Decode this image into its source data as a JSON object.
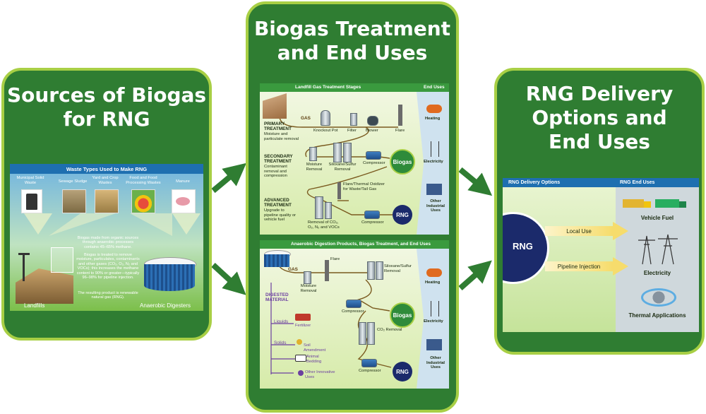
{
  "panels": {
    "left_title": "Sources of Biogas\nfor RNG",
    "center_title": "Biogas Treatment\nand End Uses",
    "right_title": "RNG Delivery\nOptions and\nEnd Uses"
  },
  "sources": {
    "header": "Waste Types Used to Make RNG",
    "waste_types": [
      "Municipal Solid Waste",
      "Sewage Sludge",
      "Yard and Crop Wastes",
      "Food and Food Processing Wastes",
      "Manure"
    ],
    "description": [
      "Biogas made from organic sources through anaerobic processes contains 45–65% methane.",
      "Biogas is treated to remove moisture, particulates, contaminants and other gases (CO₂, O₂, N₂ and VOCs); this increases the methane content to 90% or greater—typically 96–98% for pipeline injection.",
      "The resulting product is renewable natural gas (RNG)."
    ],
    "landfills": "Landfills",
    "digesters": "Anaerobic Digesters"
  },
  "landfill_treatment": {
    "header": "Landfill Gas Treatment Stages",
    "end_uses_header": "End Uses",
    "gas": "GAS",
    "primary": {
      "title": "PRIMARY TREATMENT",
      "desc": "Moisture and particulate removal"
    },
    "secondary": {
      "title": "SECONDARY TREATMENT",
      "desc": "Contaminant removal and compression"
    },
    "advanced": {
      "title": "ADVANCED TREATMENT",
      "desc": "Upgrade to pipeline quality or vehicle fuel"
    },
    "equipment": {
      "knockout_pot": "Knockout Pot",
      "filter": "Filter",
      "blower": "Blower",
      "flare": "Flare",
      "moisture_removal": "Moisture Removal",
      "siloxane_removal": "Siloxane/Sulfur Removal",
      "compressor": "Compressor",
      "flare_oxidizer": "Flare/Thermal Oxidizer for Waste/Tail Gas",
      "removal_gases": "Removal of CO₂, O₂, N₂ and VOCs",
      "compressor2": "Compressor"
    },
    "biogas": "Biogas",
    "rng": "RNG",
    "end_uses": [
      "Heating",
      "Electricity",
      "Other Industrial Uses"
    ]
  },
  "digestion": {
    "header": "Anaerobic Digestion Products, Biogas Treatment, and End Uses",
    "gas": "GAS",
    "flare": "Flare",
    "moisture_removal": "Moisture Removal",
    "siloxane_removal": "Siloxane/Sulfur Removal",
    "compressor": "Compressor",
    "co2_removal": "CO₂ Removal",
    "compressor2": "Compressor",
    "digested_material": "DIGESTED MATERIAL",
    "liquids": "Liquids",
    "fertilizer": "Fertilizer",
    "solids": "Solids",
    "soil_amendment": "Soil Amendment",
    "animal_bedding": "Animal Bedding",
    "other_uses": "Other Innovative Uses",
    "biogas": "Biogas",
    "rng": "RNG",
    "end_uses": [
      "Heating",
      "Electricity",
      "Other Industrial Uses"
    ]
  },
  "delivery": {
    "left_header": "RNG Delivery Options",
    "right_header": "RNG End Uses",
    "rng": "RNG",
    "options": [
      "Local Use",
      "Pipeline Injection"
    ],
    "end_uses": [
      "Vehicle Fuel",
      "Electricity",
      "Thermal Applications"
    ]
  }
}
